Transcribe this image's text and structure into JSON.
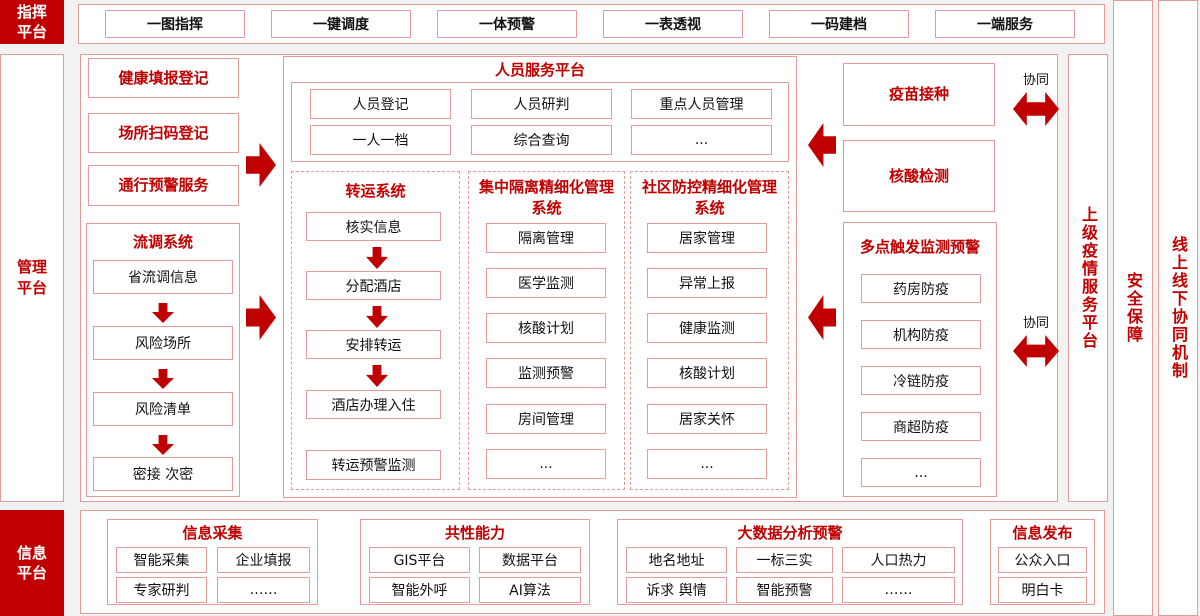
{
  "colors": {
    "accent": "#c00000",
    "border": "#e79a9a",
    "background": "#f2f2f2"
  },
  "side_labels": {
    "command": "指挥平台",
    "management": "管理平台",
    "info": "信息平台"
  },
  "command_bar": [
    "一图指挥",
    "一键调度",
    "一体预警",
    "一表透视",
    "一码建档",
    "一端服务"
  ],
  "left": {
    "items": [
      "健康填报登记",
      "场所扫码登记",
      "通行预警服务"
    ],
    "flow": {
      "title": "流调系统",
      "steps": [
        "省流调信息",
        "风险场所",
        "风险清单",
        "密接 次密"
      ]
    }
  },
  "people": {
    "title": "人员服务平台",
    "items": [
      "人员登记",
      "人员研判",
      "重点人员管理",
      "一人一档",
      "综合查询",
      "..."
    ]
  },
  "transfer": {
    "title": "转运系统",
    "steps": [
      "核实信息",
      "分配酒店",
      "安排转运",
      "酒店办理入住"
    ],
    "extra": "转运预警监测"
  },
  "isolation": {
    "title": "集中隔离精细化管理系统",
    "items": [
      "隔离管理",
      "医学监测",
      "核酸计划",
      "监测预警",
      "房间管理",
      "..."
    ]
  },
  "community": {
    "title": "社区防控精细化管理系统",
    "items": [
      "居家管理",
      "异常上报",
      "健康监测",
      "核酸计划",
      "居家关怀",
      "..."
    ]
  },
  "right": {
    "vaccine": "疫苗接种",
    "nucleic": "核酸检测",
    "monitor": {
      "title": "多点触发监测预警",
      "items": [
        "药房防疫",
        "机构防疫",
        "冷链防疫",
        "商超防疫",
        "..."
      ]
    }
  },
  "coop": [
    "协同",
    "协同"
  ],
  "vertical": {
    "upper": "上级疫情服务平台",
    "security": "安全保障",
    "mechanism": "线上线下协同机制"
  },
  "info": {
    "collect": {
      "title": "信息采集",
      "items": [
        "智能采集",
        "企业填报",
        "专家研判",
        "……"
      ]
    },
    "common": {
      "title": "共性能力",
      "items": [
        "GIS平台",
        "数据平台",
        "智能外呼",
        "AI算法"
      ]
    },
    "bigdata": {
      "title": "大数据分析预警",
      "items": [
        "地名地址",
        "一标三实",
        "人口热力",
        "诉求 舆情",
        "智能预警",
        "……"
      ]
    },
    "publish": {
      "title": "信息发布",
      "items": [
        "公众入口",
        "明白卡"
      ]
    }
  }
}
